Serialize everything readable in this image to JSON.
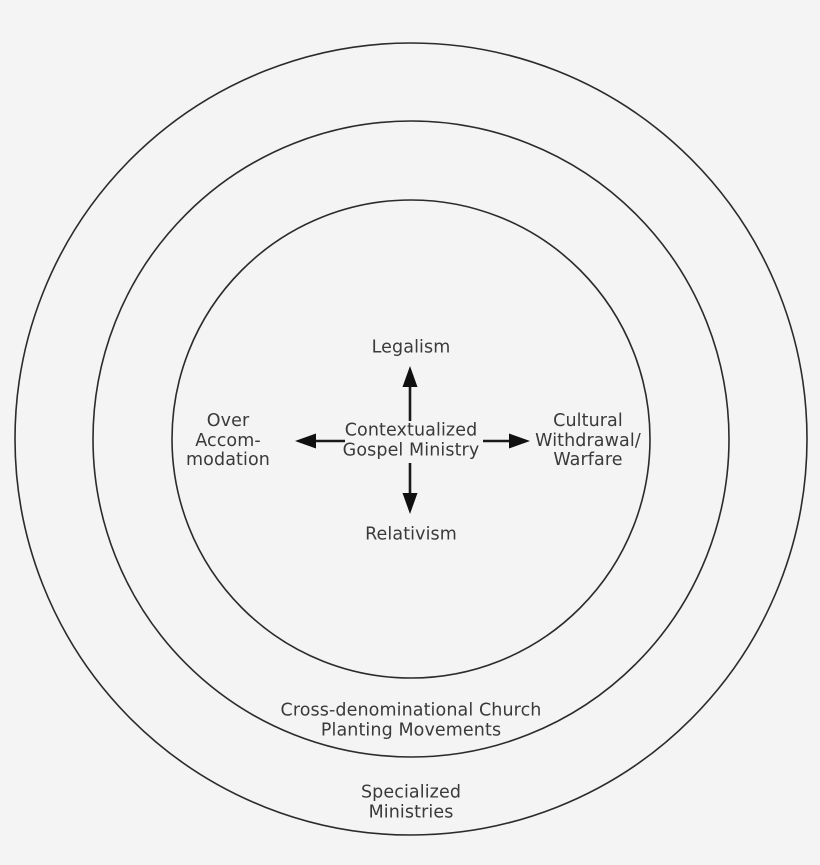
{
  "diagram": {
    "title": "Contextualized Gospel Ministry",
    "background_color": "#f4f4f4",
    "stroke_color": "#2b2b2b",
    "text_color": "#3a3a3a",
    "center": {
      "label": "Contextualized\nGospel Ministry"
    },
    "axes": [
      {
        "direction": "up",
        "label": "Legalism"
      },
      {
        "direction": "down",
        "label": "Relativism"
      },
      {
        "direction": "left",
        "label": "Over\nAccom-\nmodation"
      },
      {
        "direction": "right",
        "label": "Cultural\nWithdrawal/\nWarfare"
      }
    ],
    "rings": [
      {
        "name": "inner",
        "label": ""
      },
      {
        "name": "middle",
        "label": "Cross-denominational Church\nPlanting Movements"
      },
      {
        "name": "outer",
        "label": "Specialized\nMinistries"
      }
    ]
  }
}
